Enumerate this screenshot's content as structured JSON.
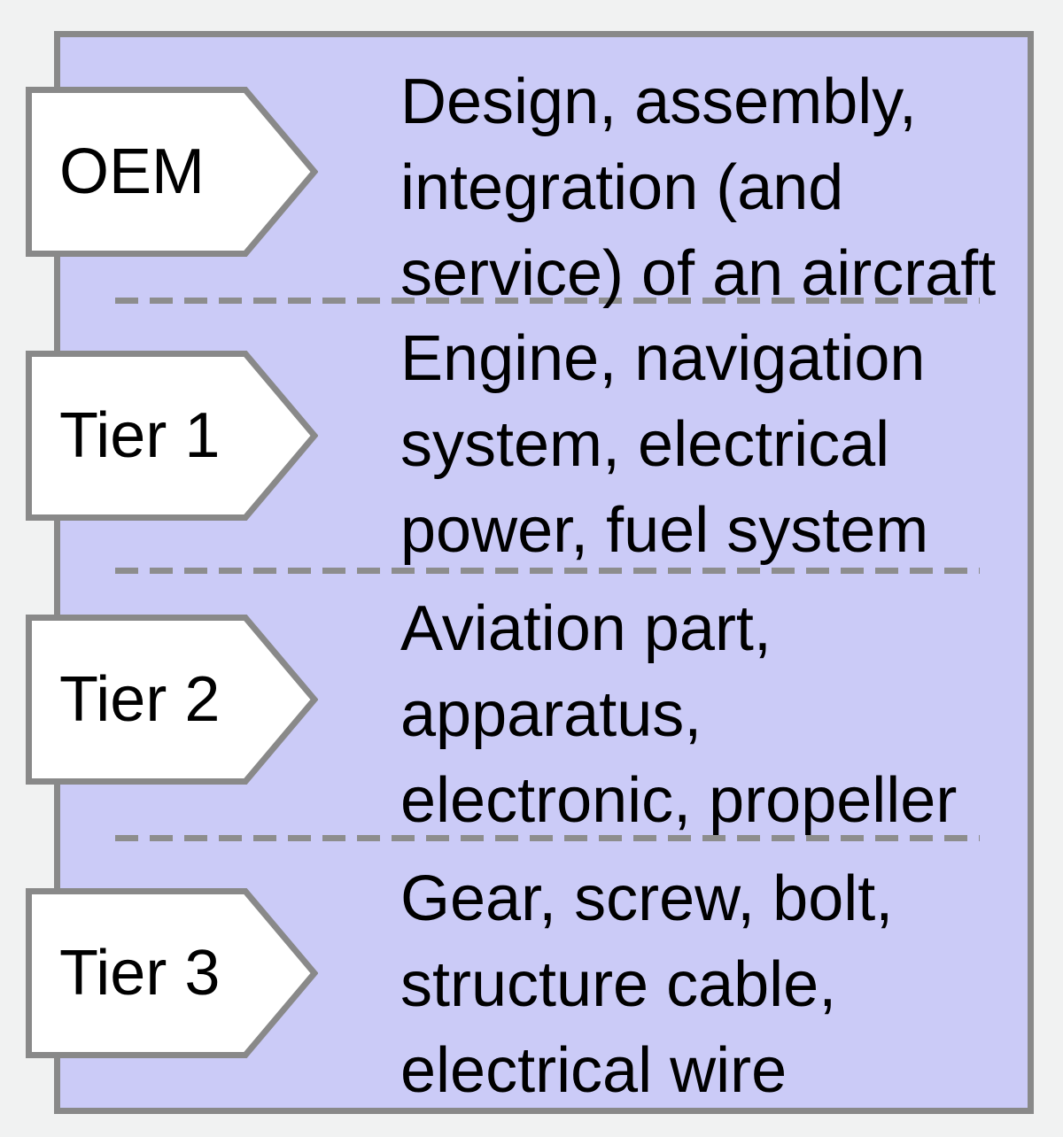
{
  "diagram": {
    "kind": "supply-chain-tier-diagram",
    "tiers": [
      {
        "label": "OEM",
        "description": "Design, assembly, integration (and service) of an aircraft",
        "lines": [
          "Design, assembly,",
          "integration (and",
          "service) of an aircraft"
        ]
      },
      {
        "label": "Tier 1",
        "description": "Engine, navigation system, electrical power, fuel system",
        "lines": [
          "Engine, navigation",
          "system, electrical",
          "power, fuel system"
        ]
      },
      {
        "label": "Tier 2",
        "description": "Aviation part, apparatus, electronic, propeller",
        "lines": [
          "Aviation part,",
          "apparatus,",
          "electronic, propeller"
        ]
      },
      {
        "label": "Tier 3",
        "description": "Gear, screw, bolt, structure cable, electrical wire",
        "lines": [
          "Gear, screw, bolt,",
          "structure cable,",
          "electrical wire"
        ]
      }
    ],
    "colors": {
      "page_background": "#f1f2f2",
      "panel_fill": "#cbcbf7",
      "panel_border": "#898989",
      "arrow_fill": "#ffffff",
      "arrow_border": "#898989",
      "divider": "#8d8d8d",
      "text": "#000000"
    }
  }
}
